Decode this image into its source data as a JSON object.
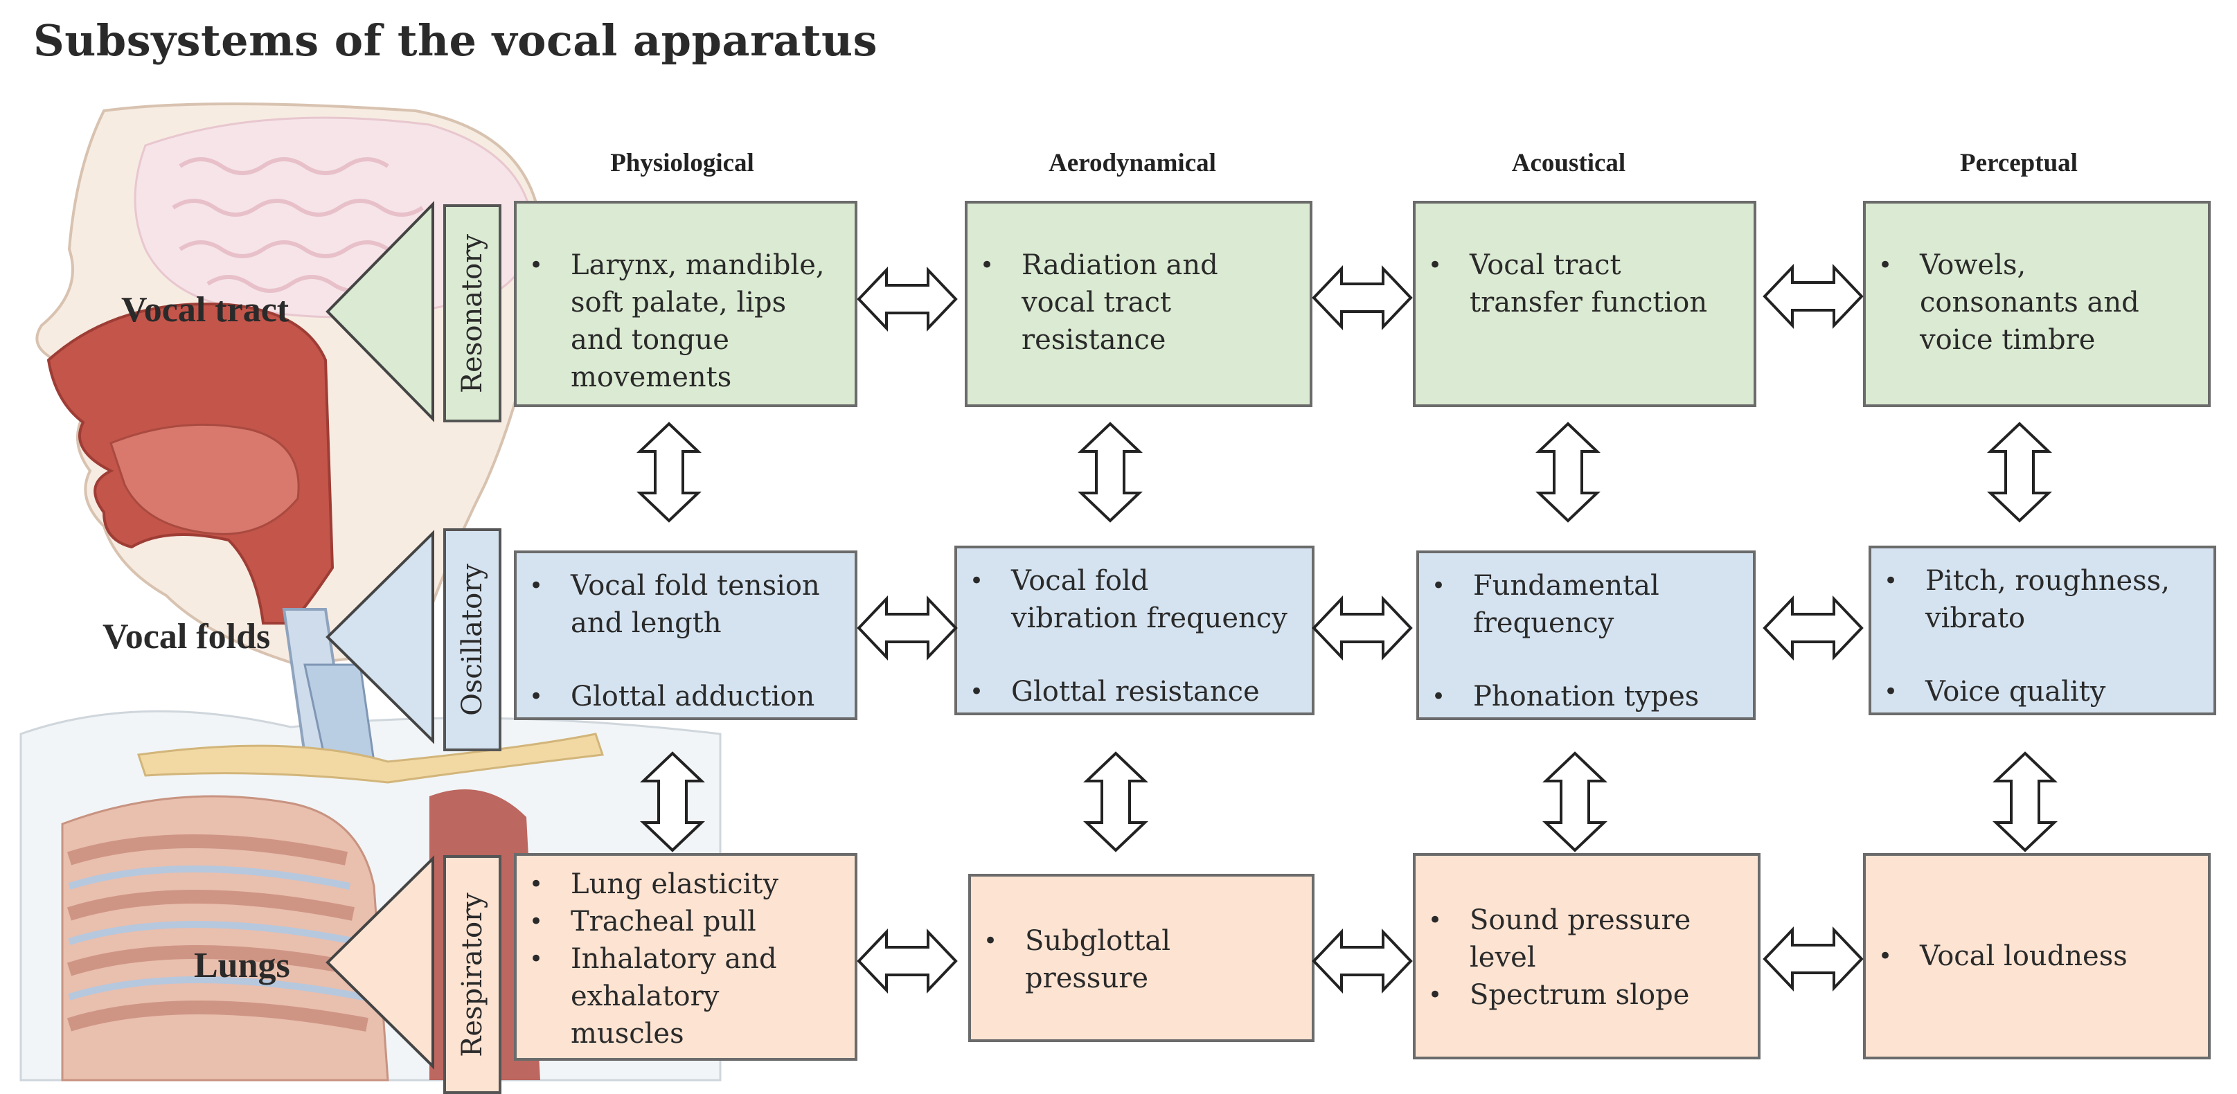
{
  "title": "Subsystems of the vocal apparatus",
  "columns": [
    "Physiological",
    "Aerodynamical",
    "Acoustical",
    "Perceptual"
  ],
  "regions": [
    "Vocal tract",
    "Vocal folds",
    "Lungs"
  ],
  "rows": [
    {
      "label": "Resonatory",
      "color": "#dbead2",
      "cells": [
        {
          "bullets": [
            {
              "lines": [
                "Larynx, mandible,",
                "soft palate, lips",
                "and tongue",
                "movements"
              ]
            }
          ]
        },
        {
          "bullets": [
            {
              "lines": [
                "Radiation and",
                "vocal tract",
                "resistance"
              ]
            }
          ]
        },
        {
          "bullets": [
            {
              "lines": [
                "Vocal tract",
                "transfer function"
              ]
            }
          ]
        },
        {
          "bullets": [
            {
              "lines": [
                "Vowels,",
                "consonants and",
                "voice timbre"
              ]
            }
          ]
        }
      ]
    },
    {
      "label": "Oscillatory",
      "color": "#d5e3f0",
      "cells": [
        {
          "bullets": [
            {
              "lines": [
                "Vocal fold tension",
                "and length"
              ]
            },
            {
              "lines": [
                "Glottal adduction"
              ]
            }
          ]
        },
        {
          "bullets": [
            {
              "lines": [
                "Vocal fold",
                "vibration frequency"
              ]
            },
            {
              "lines": [
                "Glottal resistance"
              ]
            }
          ]
        },
        {
          "bullets": [
            {
              "lines": [
                "Fundamental",
                "frequency"
              ]
            },
            {
              "lines": [
                "Phonation types"
              ]
            }
          ]
        },
        {
          "bullets": [
            {
              "lines": [
                "Pitch, roughness,",
                "vibrato"
              ]
            },
            {
              "lines": [
                "Voice quality"
              ]
            }
          ]
        }
      ]
    },
    {
      "label": "Respiratory",
      "color": "#fce3d2",
      "cells": [
        {
          "bullets": [
            {
              "lines": [
                "Lung elasticity"
              ]
            },
            {
              "lines": [
                "Tracheal pull"
              ]
            },
            {
              "lines": [
                "Inhalatory and",
                "exhalatory",
                "muscles"
              ]
            }
          ]
        },
        {
          "bullets": [
            {
              "lines": [
                "Subglottal",
                "pressure"
              ]
            }
          ]
        },
        {
          "bullets": [
            {
              "lines": [
                "Sound pressure",
                "level"
              ]
            },
            {
              "lines": [
                "Spectrum slope"
              ]
            }
          ]
        },
        {
          "bullets": [
            {
              "lines": [
                "Vocal loudness"
              ]
            }
          ]
        }
      ]
    }
  ],
  "colors": {
    "green": "#dbead2",
    "blue": "#d5e3f0",
    "peach": "#fce3d2",
    "border": "#6b6b6b"
  }
}
